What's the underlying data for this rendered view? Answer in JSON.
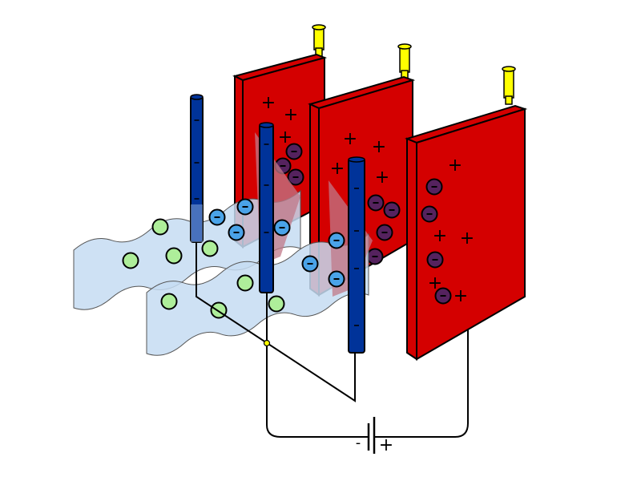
{
  "colors": {
    "plate": "#d40000",
    "rod": "#003399",
    "gas": "#c6dcf2",
    "charged_gas": "#c07888",
    "neutral_particle": "#aeee9a",
    "charged_particle": "#4aa3e8",
    "collected_particle": "#55225e",
    "connector": "#ffff00",
    "wire": "#000000"
  },
  "symbols": {
    "plus": "+",
    "minus": "-"
  },
  "battery": {
    "negative_label": "-",
    "positive_label": "+"
  },
  "icons": [
    "collector-plate",
    "discharge-electrode",
    "insulator-connector",
    "battery-symbol",
    "particle"
  ]
}
